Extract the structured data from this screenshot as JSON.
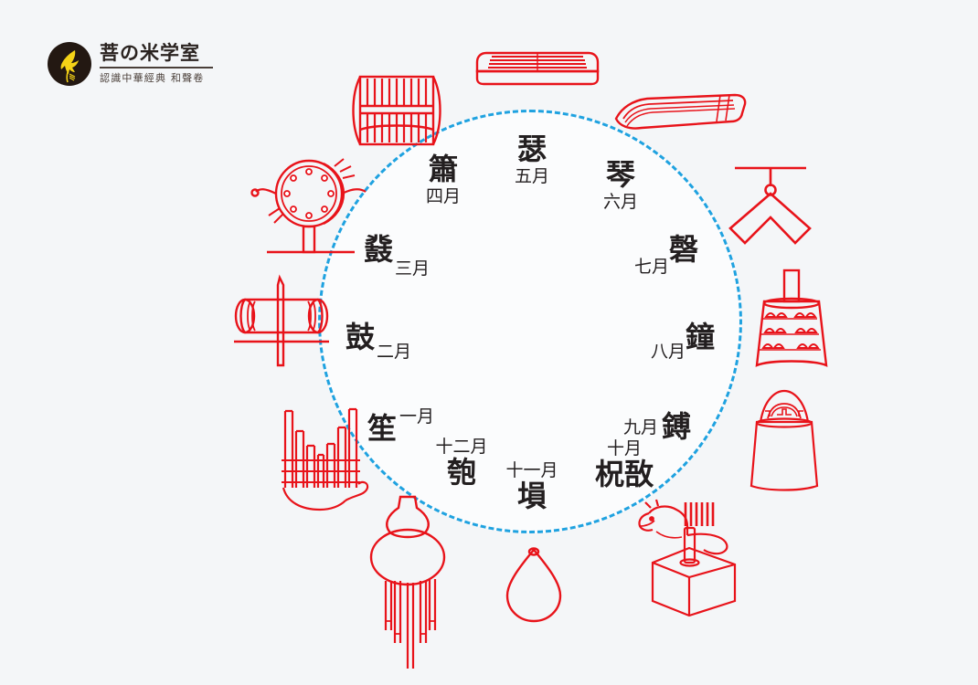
{
  "logo": {
    "title": "菩の米学室",
    "subtitle": "認識中華經典 和聲卷",
    "mark_icon": "bird-in-circle-icon"
  },
  "wheel": {
    "shape": "dashed-circle",
    "border_color": "#1fa2e0",
    "icon_color": "#e8131a",
    "text_color": "#231f20",
    "background": "#f4f6f8"
  },
  "entries": [
    {
      "month": "一月",
      "name": "笙",
      "icon": "sheng-mouth-organ-icon"
    },
    {
      "month": "二月",
      "name": "鼓",
      "icon": "drum-on-stand-icon"
    },
    {
      "month": "三月",
      "name": "鼗",
      "icon": "pellet-rattle-drum-icon"
    },
    {
      "month": "四月",
      "name": "簫",
      "icon": "panpipes-icon"
    },
    {
      "month": "五月",
      "name": "瑟",
      "icon": "se-zither-icon"
    },
    {
      "month": "六月",
      "name": "琴",
      "icon": "qin-zither-icon"
    },
    {
      "month": "七月",
      "name": "磬",
      "icon": "chime-stone-icon"
    },
    {
      "month": "八月",
      "name": "鐘",
      "icon": "bronze-bell-icon"
    },
    {
      "month": "九月",
      "name": "鎛",
      "icon": "bo-bell-icon"
    },
    {
      "month": "十月",
      "name": "柷敔",
      "icon": "zhu-yu-box-tiger-icon"
    },
    {
      "month": "十一月",
      "name": "塤",
      "icon": "ocarina-icon"
    },
    {
      "month": "十二月",
      "name": "匏",
      "icon": "gourd-instrument-icon"
    }
  ]
}
